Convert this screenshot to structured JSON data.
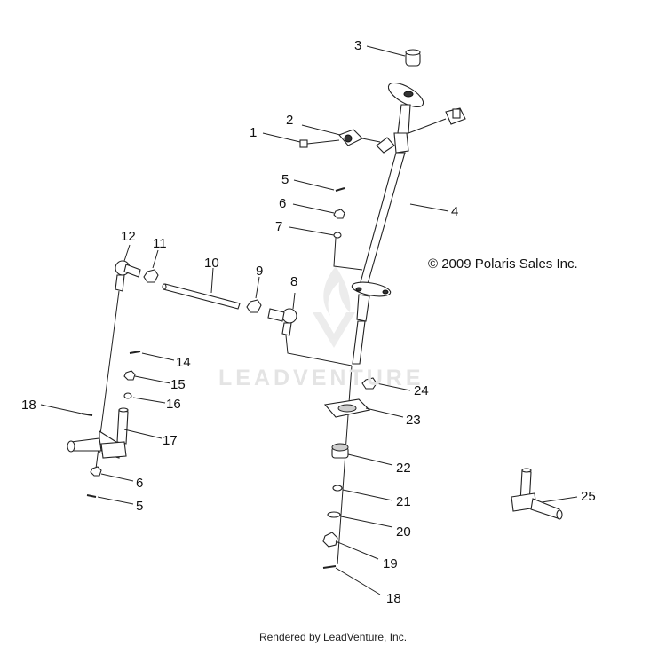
{
  "diagram": {
    "copyright": "© 2009 Polaris Sales Inc.",
    "watermark": "LEADVENTURE",
    "footer": "Rendered by LeadVenture, Inc.",
    "callouts": [
      {
        "id": "c1",
        "text": "1"
      },
      {
        "id": "c2",
        "text": "2"
      },
      {
        "id": "c3",
        "text": "3"
      },
      {
        "id": "c4",
        "text": "4"
      },
      {
        "id": "c5a",
        "text": "5"
      },
      {
        "id": "c6a",
        "text": "6"
      },
      {
        "id": "c7",
        "text": "7"
      },
      {
        "id": "c8",
        "text": "8"
      },
      {
        "id": "c9",
        "text": "9"
      },
      {
        "id": "c10",
        "text": "10"
      },
      {
        "id": "c11",
        "text": "11"
      },
      {
        "id": "c12",
        "text": "12"
      },
      {
        "id": "c14",
        "text": "14"
      },
      {
        "id": "c15",
        "text": "15"
      },
      {
        "id": "c16",
        "text": "16"
      },
      {
        "id": "c17",
        "text": "17"
      },
      {
        "id": "c18a",
        "text": "18"
      },
      {
        "id": "c6b",
        "text": "6"
      },
      {
        "id": "c5b",
        "text": "5"
      },
      {
        "id": "c24",
        "text": "24"
      },
      {
        "id": "c23",
        "text": "23"
      },
      {
        "id": "c22",
        "text": "22"
      },
      {
        "id": "c21",
        "text": "21"
      },
      {
        "id": "c20",
        "text": "20"
      },
      {
        "id": "c19",
        "text": "19"
      },
      {
        "id": "c18b",
        "text": "18"
      },
      {
        "id": "c25",
        "text": "25"
      }
    ]
  }
}
